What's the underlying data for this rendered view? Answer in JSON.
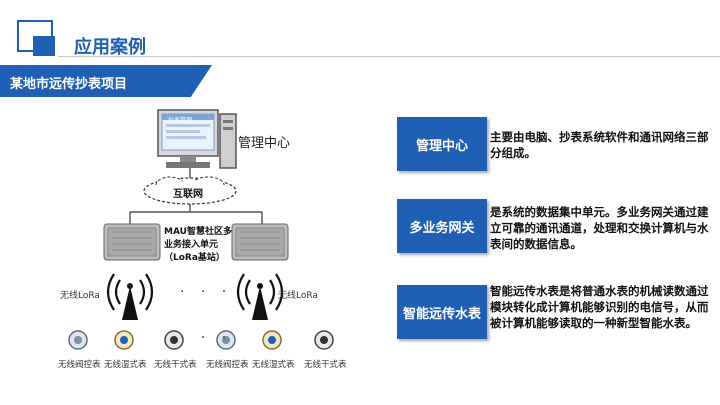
{
  "header": {
    "title": "应用案例"
  },
  "section": {
    "subtitle": "某地市远传抄表项目"
  },
  "diagram": {
    "center_label": "管理中心",
    "internet_label": "互联网",
    "screen_text": "抄表管理",
    "mau_line1": "MAU智慧社区多",
    "mau_line2": "业务接入单元",
    "mau_line3": "（LoRa基站）",
    "wireless_left": "无线LoRa",
    "wireless_right": "无线LoRa",
    "dots_top": "· · ·",
    "dots_bottom": "· · ·",
    "meters": [
      "无线阀控表",
      "无线湿式表",
      "无线干式表",
      "无线阀控表",
      "无线湿式表",
      "无线干式表"
    ]
  },
  "items": [
    {
      "label": "管理中心",
      "desc": "主要由电脑、抄表系统软件和通讯网络三部分组成。"
    },
    {
      "label": "多业务网关",
      "desc": "是系统的数据集中单元。多业务网关通过建立可靠的通讯通道，处理和交换计算机与水表间的数据信息。"
    },
    {
      "label": "智能远传水表",
      "desc": "智能远传水表是将普通水表的机械读数通过模块转化成计算机能够识别的电信号，从而被计算机能够读取的一种新型智能水表。"
    }
  ],
  "colors": {
    "primary": "#1f5fb4"
  }
}
